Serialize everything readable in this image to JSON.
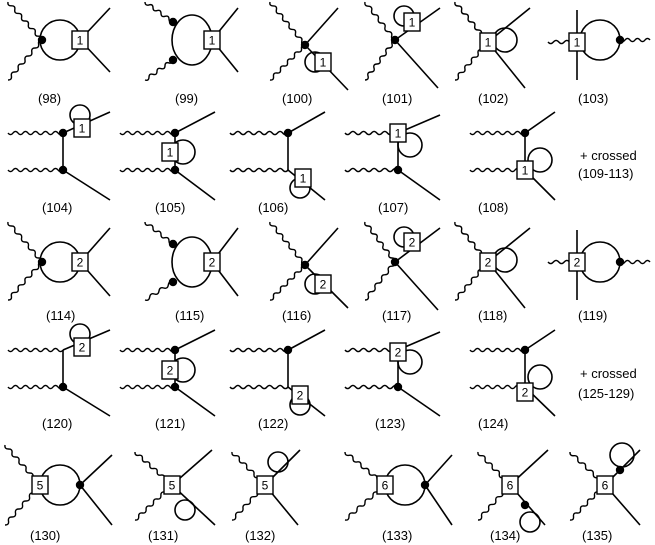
{
  "rows": [
    {
      "diagrams": [
        {
          "label": "(98)",
          "vertex": "1"
        },
        {
          "label": "(99)",
          "vertex": "1"
        },
        {
          "label": "(100)",
          "vertex": "1"
        },
        {
          "label": "(101)",
          "vertex": "1"
        },
        {
          "label": "(102)",
          "vertex": "1"
        },
        {
          "label": "(103)",
          "vertex": "1"
        }
      ]
    },
    {
      "diagrams": [
        {
          "label": "(104)",
          "vertex": "1"
        },
        {
          "label": "(105)",
          "vertex": "1"
        },
        {
          "label": "(106)",
          "vertex": "1"
        },
        {
          "label": "(107)",
          "vertex": "1"
        },
        {
          "label": "(108)",
          "vertex": "1"
        }
      ],
      "note": [
        "+ crossed",
        "(109-113)"
      ]
    },
    {
      "diagrams": [
        {
          "label": "(114)",
          "vertex": "2"
        },
        {
          "label": "(115)",
          "vertex": "2"
        },
        {
          "label": "(116)",
          "vertex": "2"
        },
        {
          "label": "(117)",
          "vertex": "2"
        },
        {
          "label": "(118)",
          "vertex": "2"
        },
        {
          "label": "(119)",
          "vertex": "2"
        }
      ]
    },
    {
      "diagrams": [
        {
          "label": "(120)",
          "vertex": "2"
        },
        {
          "label": "(121)",
          "vertex": "2"
        },
        {
          "label": "(122)",
          "vertex": "2"
        },
        {
          "label": "(123)",
          "vertex": "2"
        },
        {
          "label": "(124)",
          "vertex": "2"
        }
      ],
      "note": [
        "+ crossed",
        "(125-129)"
      ]
    },
    {
      "diagrams": [
        {
          "label": "(130)",
          "vertex": "5"
        },
        {
          "label": "(131)",
          "vertex": "5"
        },
        {
          "label": "(132)",
          "vertex": "5"
        },
        {
          "label": "(133)",
          "vertex": "6"
        },
        {
          "label": "(134)",
          "vertex": "6"
        },
        {
          "label": "(135)",
          "vertex": "6"
        }
      ]
    }
  ]
}
